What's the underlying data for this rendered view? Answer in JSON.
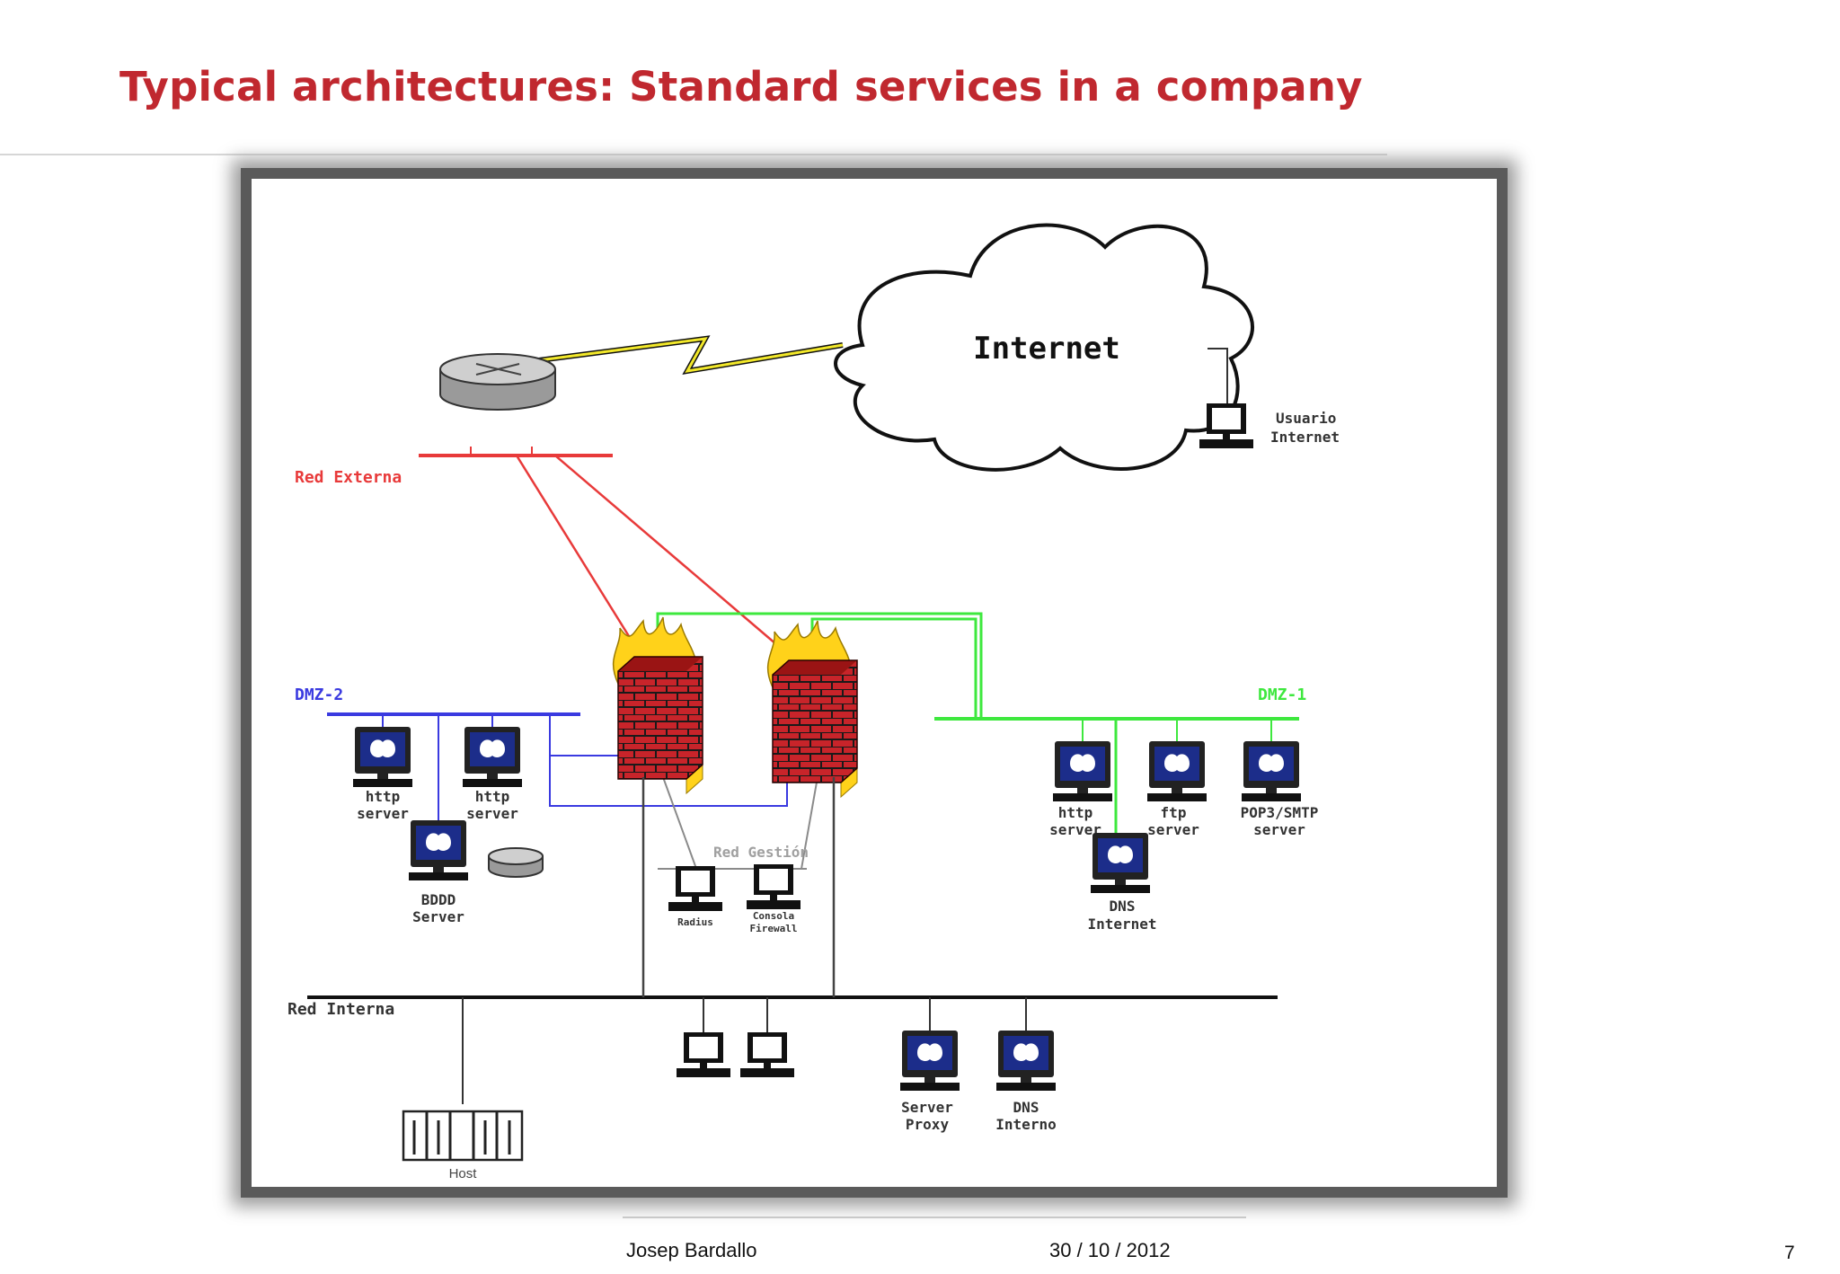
{
  "slide": {
    "title": "Typical architectures: Standard services in a company",
    "footer": {
      "author": "Josep Bardallo",
      "date": "30 / 10 / 2012",
      "page": "7"
    }
  },
  "diagram": {
    "internet": "Internet",
    "usuario_internet": [
      "Usuario",
      "Internet"
    ],
    "red_externa": "Red Externa",
    "dmz2": "DMZ-2",
    "dmz1": "DMZ-1",
    "red_gestion": "Red Gestión",
    "red_interna": "Red Interna",
    "nodes": {
      "http1": [
        "http",
        "server"
      ],
      "http2": [
        "http",
        "server"
      ],
      "bddd": [
        "BDDD",
        "Server"
      ],
      "http3": [
        "http",
        "server"
      ],
      "ftp": [
        "ftp",
        "server"
      ],
      "pop3": [
        "POP3/SMTP",
        "server"
      ],
      "dns_internet": [
        "DNS",
        "Internet"
      ],
      "radius": "Radius",
      "consola": [
        "Consola",
        "Firewall"
      ],
      "server_proxy": [
        "Server",
        "Proxy"
      ],
      "dns_interno": [
        "DNS",
        "Interno"
      ],
      "host": "Host"
    },
    "colors": {
      "red_externa": "#e83a3a",
      "dmz2": "#3a3ae0",
      "dmz1": "#3ee83e",
      "gestion": "#8a8a8a",
      "interna": "#111111",
      "title": "#c0282f"
    }
  }
}
